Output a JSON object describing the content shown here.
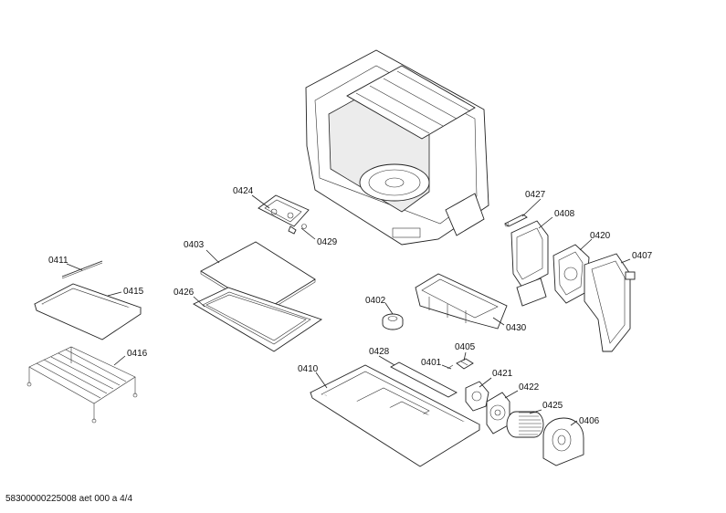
{
  "footer_text": "58300000225008 aet 000 a 4/4",
  "labels": {
    "p0401": "0401",
    "p0402": "0402",
    "p0403": "0403",
    "p0405": "0405",
    "p0406": "0406",
    "p0407": "0407",
    "p0408": "0408",
    "p0410": "0410",
    "p0411": "0411",
    "p0415": "0415",
    "p0416": "0416",
    "p0420": "0420",
    "p0421": "0421",
    "p0422": "0422",
    "p0424": "0424",
    "p0425": "0425",
    "p0426": "0426",
    "p0427": "0427",
    "p0428": "0428",
    "p0429": "0429",
    "p0430": "0430"
  }
}
